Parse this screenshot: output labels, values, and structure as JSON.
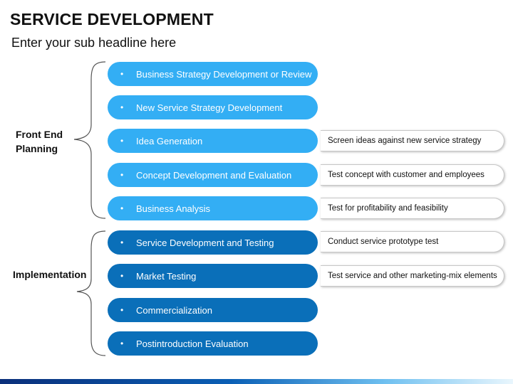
{
  "title": "SERVICE DEVELOPMENT",
  "subtitle": "Enter your sub headline here",
  "groups": {
    "front_end": "Front End Planning",
    "implementation": "Implementation"
  },
  "bullet": "•",
  "steps": [
    "Business Strategy Development or Review",
    "New Service Strategy Development",
    "Idea Generation",
    "Concept Development and Evaluation",
    "Business Analysis",
    "Service Development and Testing",
    "Market Testing",
    "Commercialization",
    "Postintroduction Evaluation"
  ],
  "notes": [
    "Screen ideas against new service strategy",
    "Test concept with customer and employees",
    "Test for profitability and feasibility",
    "Conduct service prototype test",
    "Test service and other marketing-mix elements"
  ],
  "colors": {
    "light_step": "#33aef4",
    "dark_step": "#0a6fb9"
  }
}
